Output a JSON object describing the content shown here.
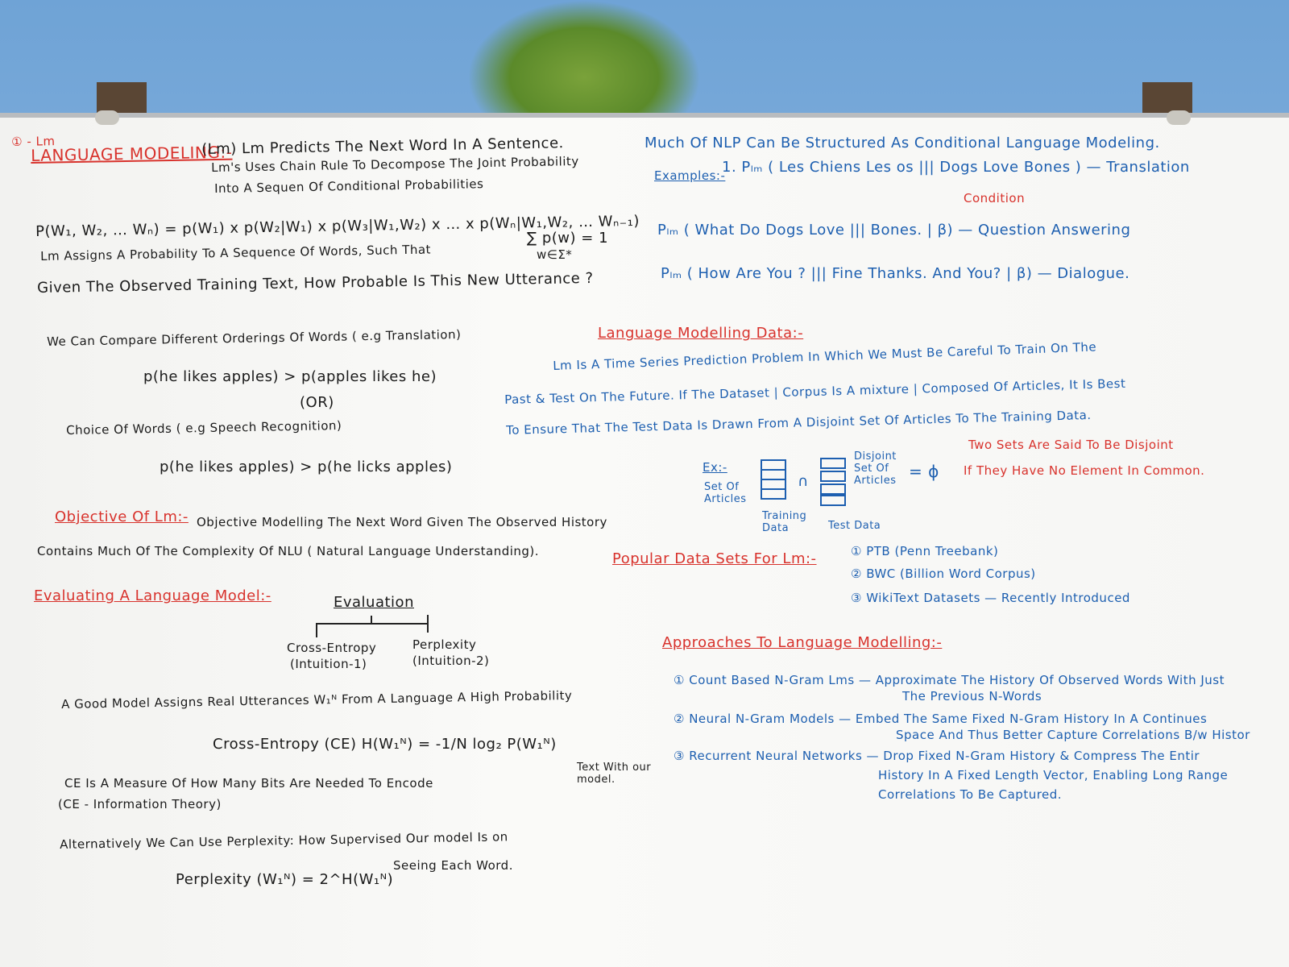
{
  "left": {
    "num_tag": "① - Lm",
    "lm_heading": "LANGUAGE MODELING:-",
    "lm_line1": "(Lm) Lm Predicts The Next Word In A Sentence.",
    "lm_line2": "Lm's Uses Chain Rule To Decompose The Joint Probability",
    "lm_line3": "Into A Sequen Of Conditional Probabilities",
    "chain_rule": "P(W₁, W₂, … Wₙ) = p(W₁) x p(W₂|W₁) x p(W₃|W₁,W₂) x … x p(Wₙ|W₁,W₂, … Wₙ₋₁)",
    "assigns_line": "Lm Assigns A Probability To A Sequence Of Words, Such That",
    "sum_formula": "∑ p(w) = 1",
    "sum_sub": "w∈Σ*",
    "given_line": "Given The Observed Training Text, How Probable Is This New Utterance ?",
    "compare_line": "We Can Compare Different Orderings Of Words ( e.g Translation)",
    "compare_ex": "p(he likes apples) > p(apples likes he)",
    "or_text": "(OR)",
    "choice_line": "Choice Of Words ( e.g Speech Recognition)",
    "choice_ex": "p(he likes apples) > p(he licks apples)",
    "objective_heading": "Objective Of Lm:-",
    "objective_line1": "Objective Modelling The Next Word Given The Observed History",
    "objective_line2": "Contains Much Of The Complexity Of NLU ( Natural Language Understanding).",
    "eval_heading": "Evaluating A Language Model:-",
    "eval_root": "Evaluation",
    "eval_left": "Cross-Entropy",
    "eval_left_sub": "(Intuition-1)",
    "eval_right": "Perplexity",
    "eval_right_sub": "(Intuition-2)",
    "good_model": "A Good Model Assigns Real Utterances W₁ᴺ From A Language A High Probability",
    "ce_formula": "Cross-Entropy (CE) H(W₁ᴺ) = -1/N log₂ P(W₁ᴺ)",
    "ce_measure1": "CE Is A Measure Of How Many Bits Are Needed To Encode",
    "ce_measure_right": "Text With our model.",
    "ce_measure2": "(CE - Information Theory)",
    "alt_line": "Alternatively We Can Use Perplexity:  How Supervised Our model Is on",
    "perp_formula": "Perplexity (W₁ᴺ) = 2^H(W₁ᴺ)",
    "perp_tail": "Seeing Each Word."
  },
  "right": {
    "intro": "Much Of NLP Can Be Structured As Conditional Language Modeling.",
    "examples_label": "Examples:-",
    "ex1": "1. Pₗₘ ( Les Chiens Les os ||| Dogs Love Bones ) — Translation",
    "condition": "Condition",
    "ex2": "Pₗₘ ( What Do Dogs Love ||| Bones. | β) — Question Answering",
    "ex3": "Pₗₘ ( How Are You ? ||| Fine Thanks. And You? | β) — Dialogue.",
    "data_heading": "Language Modelling Data:-",
    "data_line1": "Lm Is A Time Series Prediction Problem In Which We Must Be Careful To Train On The",
    "data_line2": "Past & Test On The Future. If The Dataset | Corpus Is A mixture | Composed Of Articles, It Is Best",
    "data_line3": "To Ensure That The Test Data Is Drawn From A Disjoint Set Of Articles To The Training Data.",
    "ex_label": "Ex:-",
    "set_of_articles": "Set Of Articles",
    "training_data": "Training Data",
    "test_data": "Test Data",
    "disjoint_label": "Disjoint Set Of Articles",
    "empty_set": "= ϕ",
    "disjoint_def1": "Two Sets Are Said To Be Disjoint",
    "disjoint_def2": "If They Have No Element In Common.",
    "popular_heading": "Popular Data Sets For Lm:-",
    "ds1": "① PTB (Penn Treebank)",
    "ds2": "② BWC (Billion Word Corpus)",
    "ds3": "③ WikiText Datasets — Recently Introduced",
    "approaches_heading": "Approaches To Language Modelling:-",
    "ap1": "① Count Based N-Gram Lms — Approximate The History Of Observed Words With Just",
    "ap1b": "The Previous N-Words",
    "ap2": "② Neural N-Gram Models — Embed The Same Fixed N-Gram History In A Continues",
    "ap2b": "Space And Thus Better Capture Correlations B/w Histor",
    "ap3": "③ Recurrent Neural Networks — Drop Fixed N-Gram History & Compress The Entir",
    "ap3b": "History In A Fixed Length Vector, Enabling Long Range",
    "ap3c": "Correlations To Be Captured."
  }
}
